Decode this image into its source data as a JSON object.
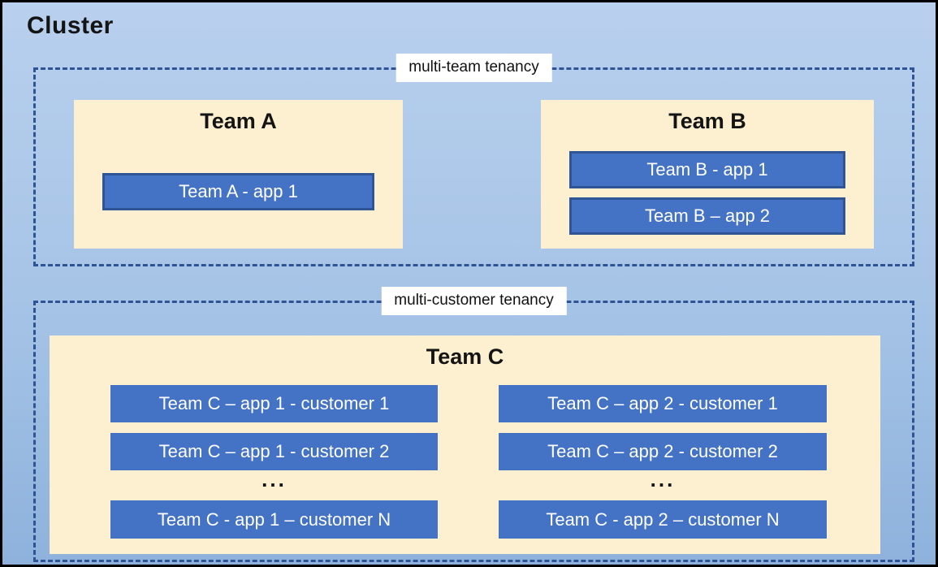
{
  "cluster": {
    "title": "Cluster"
  },
  "colors": {
    "app_fill": "#4472C4",
    "app_border": "#2F5597",
    "dashed_border": "#2F5496",
    "team_fill": "#FCF0D0",
    "background_top": "#B9D0EE",
    "background_bottom": "#8EB2DC"
  },
  "multi_team": {
    "label": "multi-team tenancy",
    "team_a": {
      "title": "Team A",
      "apps": [
        "Team A - app 1"
      ]
    },
    "team_b": {
      "title": "Team B",
      "apps": [
        "Team B - app 1",
        "Team B – app 2"
      ]
    }
  },
  "multi_customer": {
    "label": "multi-customer tenancy",
    "team_c": {
      "title": "Team C",
      "columns": [
        {
          "rows": [
            "Team C – app 1 - customer 1",
            "Team C – app 1 - customer 2"
          ],
          "ellipsis": "...",
          "last_row": "Team C - app 1 – customer N"
        },
        {
          "rows": [
            "Team C – app 2 - customer 1",
            "Team C – app 2 - customer 2"
          ],
          "ellipsis": "...",
          "last_row": "Team C - app 2 – customer N"
        }
      ]
    }
  }
}
